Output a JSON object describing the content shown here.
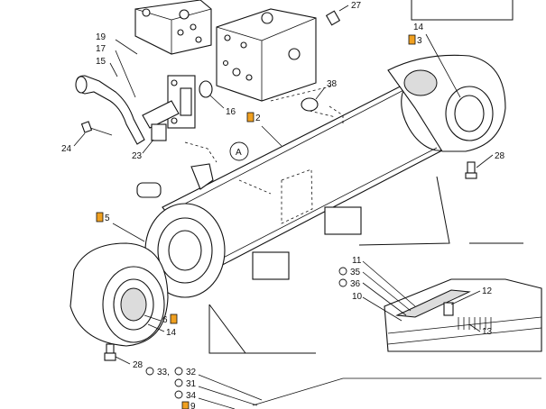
{
  "labels": {
    "l27": "27",
    "l14a": "14",
    "l3": "3",
    "l19": "19",
    "l17": "17",
    "l15": "15",
    "l38": "38",
    "l16": "16",
    "l2": "2",
    "l24": "24",
    "l23": "23",
    "lA": "A",
    "l28a": "28",
    "l5": "5",
    "l11": "11",
    "l35": "35",
    "l36": "36",
    "l10": "10",
    "l12": "12",
    "l13": "13",
    "l6": "6",
    "l14b": "14",
    "l28b": "28",
    "l33": "33,",
    "l32": "32",
    "l31": "31",
    "l34": "34",
    "l9": "9"
  },
  "colors": {
    "marker": "#f0a020",
    "line": "#111111"
  }
}
